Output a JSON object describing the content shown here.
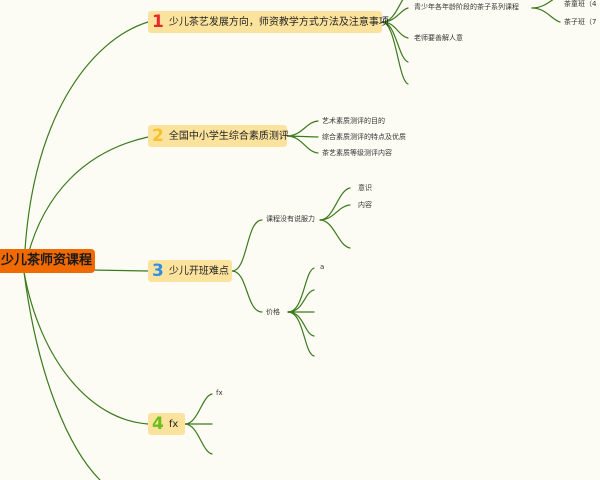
{
  "root": {
    "label": "少儿茶师资课程"
  },
  "branch1": {
    "num": "1",
    "label": "少儿茶艺发展方向，师资教学方式方法及注意事项",
    "children": [
      "青少年各年龄阶段的茶子系列课程",
      "老师要善解人意"
    ],
    "grandchildren": [
      "茶童班（4",
      "茶子班（7"
    ]
  },
  "branch2": {
    "num": "2",
    "label": "全国中小学生综合素质测评",
    "children": [
      "艺术素质测评的目的",
      "综合素质测评的特点及优质",
      "茶艺素质等级测评内容"
    ]
  },
  "branch3": {
    "num": "3",
    "label": "少儿开班难点",
    "children": [
      "课程没有说服力",
      "价格"
    ],
    "sub1": [
      "意识",
      "内容"
    ],
    "sub2": [
      "a"
    ]
  },
  "branch4": {
    "num": "4",
    "label": "fx",
    "children": [
      "fx"
    ]
  },
  "colors": {
    "line": "#3c7a1e",
    "root": "#f06a00",
    "topic": "#fbe39d"
  }
}
